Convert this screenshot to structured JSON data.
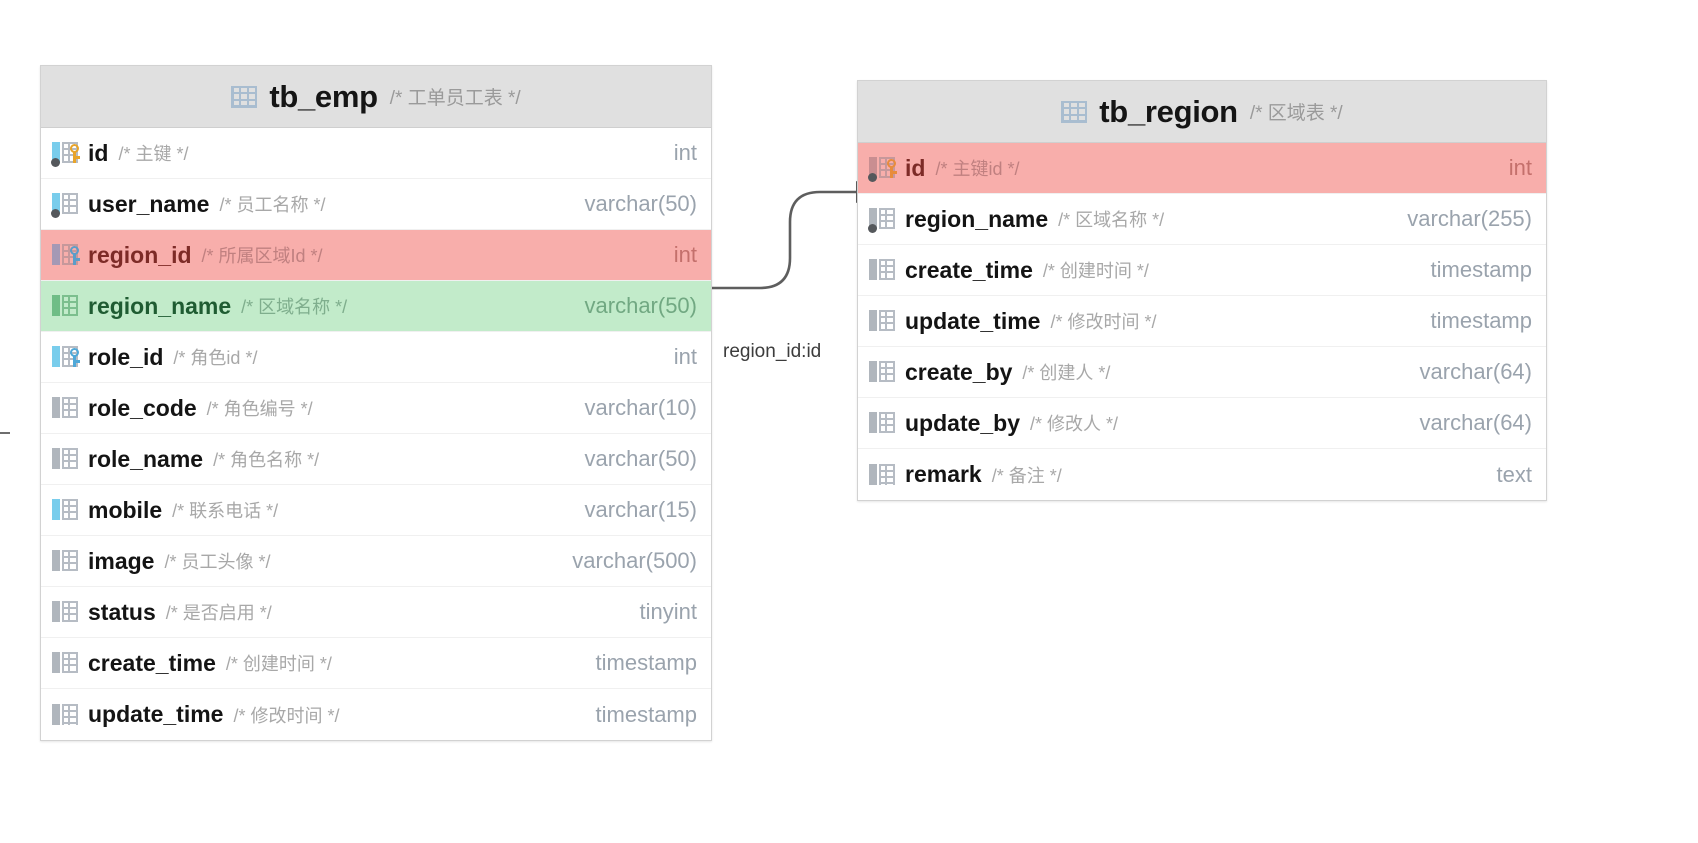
{
  "diagram": {
    "type": "er-diagram",
    "relationship_label": "region_id:id"
  },
  "tables": [
    {
      "id": "tb_emp",
      "name": "tb_emp",
      "comment": "/* 工单员工表 */",
      "icon": "table-grid-icon",
      "columns": [
        {
          "name": "id",
          "comment": "/* 主键 */",
          "type": "int",
          "icon": "primary-key-icon",
          "bar": "cyan",
          "key": "gold",
          "dot": true,
          "highlight": "none"
        },
        {
          "name": "user_name",
          "comment": "/* 员工名称 */",
          "type": "varchar(50)",
          "icon": "column-icon",
          "bar": "cyan",
          "key": "none",
          "dot": true,
          "highlight": "none"
        },
        {
          "name": "region_id",
          "comment": "/* 所属区域Id */",
          "type": "int",
          "icon": "foreign-key-icon",
          "bar": "mauve",
          "key": "rose",
          "dot": false,
          "highlight": "red"
        },
        {
          "name": "region_name",
          "comment": "/* 区域名称 */",
          "type": "varchar(50)",
          "icon": "column-icon",
          "bar": "green",
          "key": "none",
          "dot": false,
          "highlight": "green"
        },
        {
          "name": "role_id",
          "comment": "/* 角色id */",
          "type": "int",
          "icon": "indexed-key-icon",
          "bar": "cyan",
          "key": "blue",
          "dot": false,
          "highlight": "none"
        },
        {
          "name": "role_code",
          "comment": "/* 角色编号 */",
          "type": "varchar(10)",
          "icon": "column-icon",
          "bar": "dark",
          "key": "none",
          "dot": false,
          "highlight": "none"
        },
        {
          "name": "role_name",
          "comment": "/* 角色名称 */",
          "type": "varchar(50)",
          "icon": "column-icon",
          "bar": "dark",
          "key": "none",
          "dot": false,
          "highlight": "none"
        },
        {
          "name": "mobile",
          "comment": "/* 联系电话 */",
          "type": "varchar(15)",
          "icon": "column-icon",
          "bar": "cyan",
          "key": "none",
          "dot": false,
          "highlight": "none"
        },
        {
          "name": "image",
          "comment": "/* 员工头像 */",
          "type": "varchar(500)",
          "icon": "column-icon",
          "bar": "dark",
          "key": "none",
          "dot": false,
          "highlight": "none"
        },
        {
          "name": "status",
          "comment": "/* 是否启用 */",
          "type": "tinyint",
          "icon": "column-icon",
          "bar": "dark",
          "key": "none",
          "dot": false,
          "highlight": "none"
        },
        {
          "name": "create_time",
          "comment": "/* 创建时间 */",
          "type": "timestamp",
          "icon": "column-icon",
          "bar": "dark",
          "key": "none",
          "dot": false,
          "highlight": "none"
        },
        {
          "name": "update_time",
          "comment": "/* 修改时间 */",
          "type": "timestamp",
          "icon": "column-icon",
          "bar": "dark",
          "key": "none",
          "dot": false,
          "highlight": "none"
        }
      ]
    },
    {
      "id": "tb_region",
      "name": "tb_region",
      "comment": "/* 区域表 */",
      "icon": "table-grid-icon",
      "columns": [
        {
          "name": "id",
          "comment": "/* 主键id */",
          "type": "int",
          "icon": "primary-key-icon",
          "bar": "rose",
          "key": "orange",
          "dot": true,
          "highlight": "red"
        },
        {
          "name": "region_name",
          "comment": "/* 区域名称 */",
          "type": "varchar(255)",
          "icon": "column-icon",
          "bar": "dark",
          "key": "none",
          "dot": true,
          "highlight": "none"
        },
        {
          "name": "create_time",
          "comment": "/* 创建时间 */",
          "type": "timestamp",
          "icon": "column-icon",
          "bar": "dark",
          "key": "none",
          "dot": false,
          "highlight": "none"
        },
        {
          "name": "update_time",
          "comment": "/* 修改时间 */",
          "type": "timestamp",
          "icon": "column-icon",
          "bar": "dark",
          "key": "none",
          "dot": false,
          "highlight": "none"
        },
        {
          "name": "create_by",
          "comment": "/* 创建人 */",
          "type": "varchar(64)",
          "icon": "column-icon",
          "bar": "dark",
          "key": "none",
          "dot": false,
          "highlight": "none"
        },
        {
          "name": "update_by",
          "comment": "/* 修改人 */",
          "type": "varchar(64)",
          "icon": "column-icon",
          "bar": "dark",
          "key": "none",
          "dot": false,
          "highlight": "none"
        },
        {
          "name": "remark",
          "comment": "/* 备注 */",
          "type": "text",
          "icon": "column-icon",
          "bar": "dark",
          "key": "none",
          "dot": false,
          "highlight": "none"
        }
      ]
    }
  ]
}
